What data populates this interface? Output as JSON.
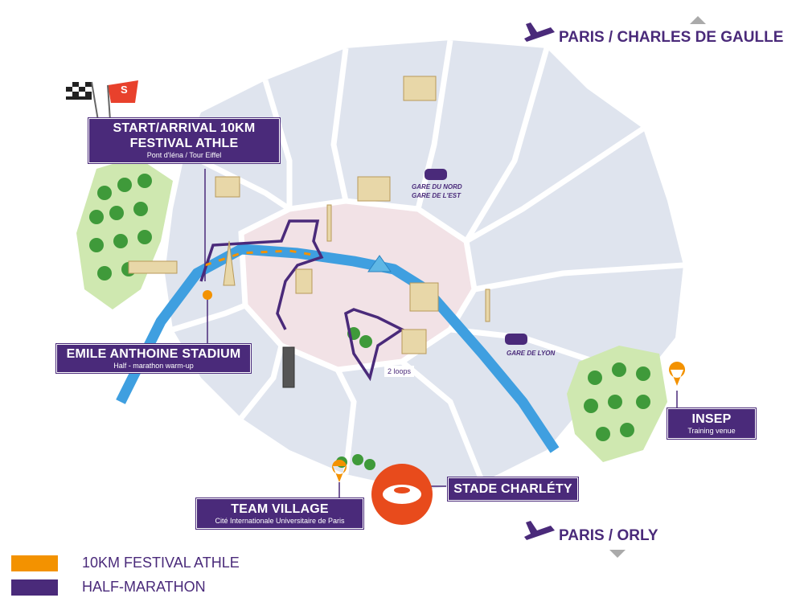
{
  "labels": {
    "start": {
      "title": "START/ARRIVAL 10KM FESTIVAL ATHLE",
      "sub": "Pont d'Iéna / Tour Eiffel"
    },
    "stadium": {
      "title": "EMILE ANTHOINE STADIUM",
      "sub": "Half - marathon warm-up"
    },
    "insep": {
      "title": "INSEP",
      "sub": "Training venue"
    },
    "village": {
      "title": "TEAM VILLAGE",
      "sub": "Cité Internationale Universitaire de Paris"
    },
    "charlety": {
      "title": "STADE CHARLÉTY"
    },
    "cdg": "PARIS / CHARLES DE GAULLE",
    "orly": "PARIS / ORLY",
    "gare_nord": "GARE DU NORD",
    "gare_est": "GARE DE L'EST",
    "gare_lyon": "GARE DE LYON",
    "loops": "2 loops",
    "flag_letter": "S"
  },
  "legend": [
    {
      "label": "10KM FESTIVAL  ATHLE",
      "color": "#f39200"
    },
    {
      "label": "HALF-MARATHON",
      "color": "#4a2a7a"
    }
  ],
  "colors": {
    "purple": "#4a2a7a",
    "orange": "#f39200",
    "river": "#3f9fe0",
    "map": "#dfe4ee",
    "center": "#f2e2e6",
    "park": "#cfe8b0"
  }
}
